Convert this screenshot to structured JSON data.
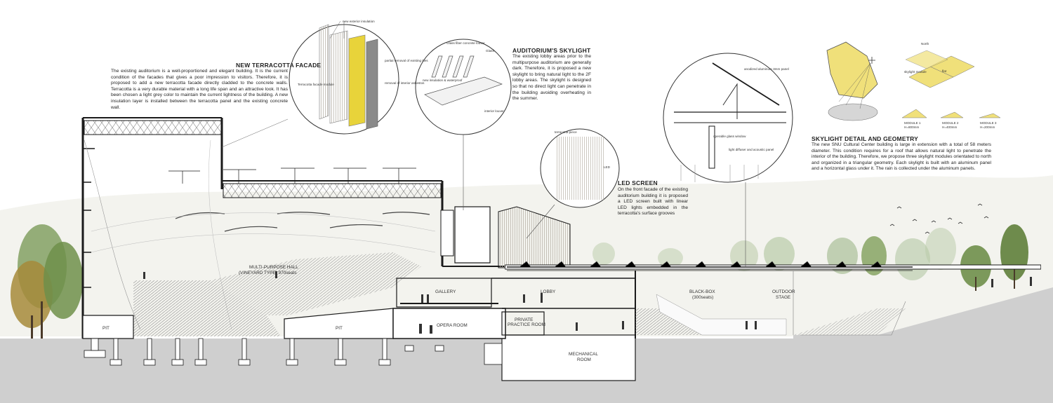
{
  "panels": {
    "facade": {
      "title": "NEW TERRACOTTA FACADE",
      "body": "The existing auditorium is a well-proportioned and elegant building. It is the current condition of the facades that gives a poor impression to visitors. Therefore, it is proposed to add a new terracotta facade directly cladded to the concrete walls. Terracotta is a very durable material with a long life span and an attractive look. It has been chosen a light grey color to maintain the current lightness of the building. A new insulation layer is installed between the terracotta panel and the existing concrete wall."
    },
    "skylight": {
      "title": "AUDITORIUM'S SKYLIGHT",
      "body": "The existing lobby areas prior to the multipurpose auditorium are generally dark. Therefore, it is proposed a new skylight to bring natural light to the 2F lobby areas. The skylight is designed so that no direct light can penetrate in the building avoiding overheating in the summer."
    },
    "led": {
      "title": "LED SCREEN",
      "body": "On the front facade of the existing auditorium building it is proposed a LED screen built with linear LED lights embedded in the terracotta's surface grooves"
    },
    "geometry": {
      "title": "SKYLIGHT DETAIL AND GEOMETRY",
      "body": "The new SNU Cultural Center building is large in extension with a total of 58 meters diameter. This condition requires for a roof that allows natural light to penetrate the interior of the building. Therefore, we propose three skylight modules orientated to north and organized in a triangular geometry. Each skylight is built with an aluminum panel and a horizontal glass under it. The rain is collected under the aluminum panels."
    }
  },
  "detail_labels": {
    "facade": [
      "new exterior insulation",
      "partial removal of existing tiles",
      "Terracotta facade module",
      "removal of interior asbestos"
    ],
    "skylight": [
      "Glass fiber concrete louver",
      "Glass",
      "new insulation & waterproof",
      "interior louver"
    ],
    "led": [
      "terracotta piece",
      "LED"
    ],
    "roof": [
      "anodized aluminum 3mm panel",
      "operable glass window",
      "light diffuser and acoustic panel"
    ],
    "geometry": {
      "north": "North",
      "module_label": "skylight module",
      "flat": "flat",
      "modules": [
        {
          "name": "MODULE 1",
          "height": "H=800mm"
        },
        {
          "name": "MODULE 2",
          "height": "H=400mm"
        },
        {
          "name": "MODULE 3",
          "height": "H=200mm"
        }
      ]
    }
  },
  "rooms": {
    "hall_1": "MULTI-PURPOSE HALL",
    "hall_2": "(VINEYARD TYPE) 970seats",
    "pit_left": "PIT",
    "pit_mid": "PIT",
    "gallery": "GALLERY",
    "lobby": "LOBBY",
    "opera": "OPERA ROOM",
    "practice_1": "PRIVATE",
    "practice_2": "PRACTICE ROOM",
    "mechanical_1": "MECHANICAL",
    "mechanical_2": "ROOM",
    "blackbox_1": "BLACK-BOX",
    "blackbox_2": "(300seats)",
    "outdoor_1": "OUTDOOR",
    "outdoor_2": "STAGE"
  },
  "colors": {
    "ground": "#cfcfcf",
    "terracotta": "#e3ddd2",
    "insulation": "#e8d33a",
    "skylight_yellow": "#f0e07a",
    "tree_green": "#6f8f4a",
    "tree_autumn": "#a68a3a",
    "line": "#1a1a1a"
  }
}
